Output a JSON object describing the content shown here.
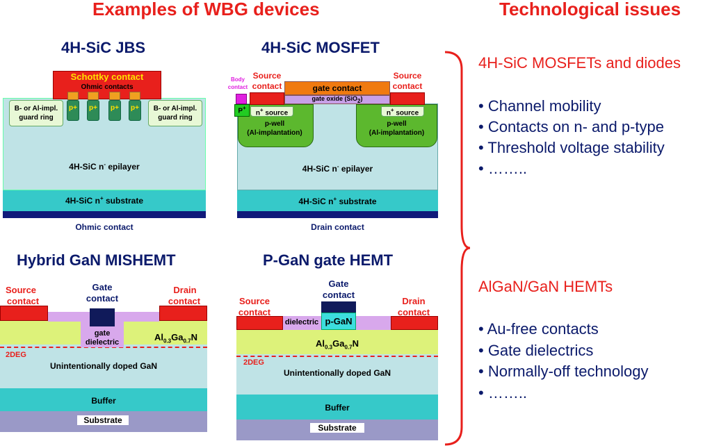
{
  "headers": {
    "left": "Examples of WBG devices",
    "right": "Technological issues"
  },
  "jbs": {
    "title": "4H-SiC JBS",
    "schottky": "Schottky contact",
    "ohmic_contacts": "Ohmic contacts",
    "p_plus": "p+",
    "guard_left_1": "B- or Al-impl.",
    "guard_left_2": "guard ring",
    "guard_right_1": "B- or Al-impl.",
    "guard_right_2": "guard ring",
    "epilayer": "4H-SiC n",
    "epilayer_sup": "-",
    "epilayer_suffix": " epilayer",
    "substrate": "4H-SiC n",
    "substrate_sup": "+",
    "substrate_suffix": " substrate",
    "bottom": "Ohmic contact"
  },
  "mosfet": {
    "title": "4H-SiC MOSFET",
    "body_1": "Body",
    "body_2": "contact",
    "source_l_1": "Source",
    "source_l_2": "contact",
    "source_r_1": "Source",
    "source_r_2": "contact",
    "gate_contact": "gate contact",
    "gate_oxide": "gate oxide (SiO",
    "gate_oxide_sub": "2",
    "gate_oxide_end": ")",
    "p_plus": "P",
    "p_plus_sup": "+",
    "n_source": "n",
    "n_source_sup": "+",
    "n_source_suffix": " source",
    "pwell_1": "p-well",
    "pwell_2": "(Al-implantation)",
    "epilayer": "4H-SiC n",
    "epilayer_sup": "-",
    "epilayer_suffix": " epilayer",
    "substrate": "4H-SiC n",
    "substrate_sup": "+",
    "substrate_suffix": " substrate",
    "bottom": "Drain contact"
  },
  "mishemt": {
    "title": "Hybrid GaN MISHEMT",
    "source_1": "Source",
    "source_2": "contact",
    "gate_1": "Gate",
    "gate_2": "contact",
    "drain_1": "Drain",
    "drain_2": "contact",
    "gate_diel_1": "gate",
    "gate_diel_2": "dielectric",
    "algan_a": "Al",
    "algan_a_sub": "0.3",
    "algan_b": "Ga",
    "algan_b_sub": "0.7",
    "algan_c": "N",
    "deg": "2DEG",
    "gan": "Unintentionally doped GaN",
    "buffer": "Buffer",
    "substrate": "Substrate"
  },
  "pgan": {
    "title": "P-GaN gate HEMT",
    "gate_1": "Gate",
    "gate_2": "contact",
    "source_1": "Source",
    "source_2": "contact",
    "drain_1": "Drain",
    "drain_2": "contact",
    "dielectric": "dielectric",
    "pgan": "p-GaN",
    "algan_a": "Al",
    "algan_a_sub": "0.3",
    "algan_b": "Ga",
    "algan_b_sub": "0.7",
    "algan_c": "N",
    "deg": "2DEG",
    "gan": "Unintentionally doped GaN",
    "buffer": "Buffer",
    "substrate": "Substrate"
  },
  "issues": {
    "sic_heading": "4H-SiC MOSFETs and diodes",
    "sic_items": [
      "• Channel mobility",
      "• Contacts on n- and p-type",
      "• Threshold voltage stability",
      "• …….."
    ],
    "gan_heading": "AlGaN/GaN HEMTs",
    "gan_items": [
      "• Au-free contacts",
      "• Gate dielectrics",
      "• Normally-off technology",
      "• …….."
    ]
  },
  "colors": {
    "red": "#e8201c",
    "navy": "#0b1a6b",
    "epi": "#bfe3e6",
    "substrate": "#36c9c9",
    "metal_bottom": "#101a7a",
    "pwell": "#5cb82e",
    "gate_contact": "#f07a10",
    "oxide": "#c8a0e8",
    "algan": "#ddf27a",
    "gan_substrate": "#9a99c7",
    "p_plus": "#2e8b57"
  }
}
